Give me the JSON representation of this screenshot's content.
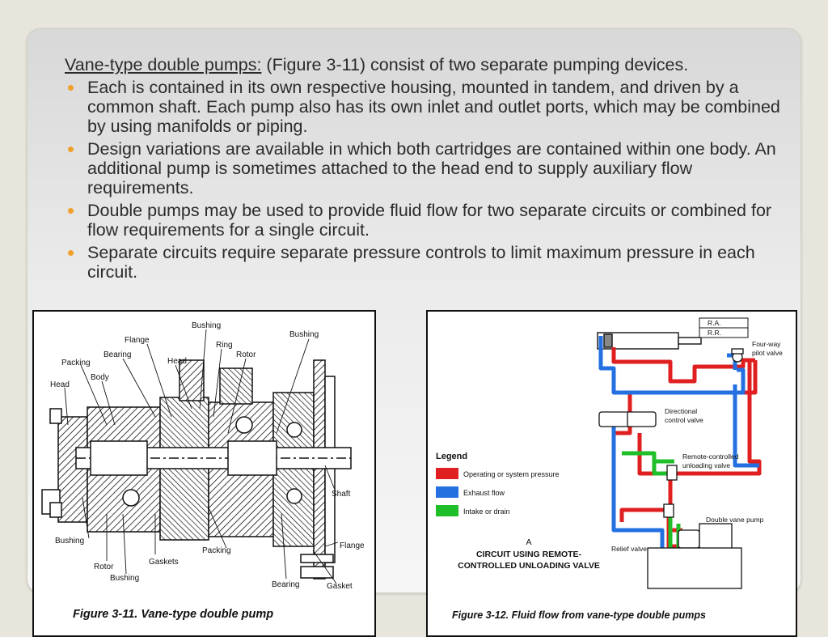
{
  "slide": {
    "intro_title": "Vane-type double pumps:",
    "intro_text": " (Figure 3-11) consist of two separate pumping devices.",
    "bullets": [
      "Each is contained in its own respective housing, mounted in tandem, and driven by a common shaft. Each pump also has its own inlet and outlet ports, which may be combined by using manifolds or piping.",
      "Design variations are available in which both cartridges are contained within one body. An additional pump is sometimes attached to the head end to supply auxiliary flow requirements.",
      "Double pumps may be used to provide fluid flow for two separate circuits or combined for flow requirements for a single circuit.",
      "Separate circuits require separate pressure controls to limit maximum pressure in each circuit."
    ]
  },
  "figure_left": {
    "caption": "Figure 3-11. Vane-type double pump",
    "labels": {
      "bushing_top": "Bushing",
      "flange_top": "Flange",
      "ring": "Ring",
      "bushing_right": "Bushing",
      "bearing_top": "Bearing",
      "head_top": "Head",
      "rotor_top": "Rotor",
      "packing_left": "Packing",
      "body": "Body",
      "head_left": "Head",
      "shaft": "Shaft",
      "flange_right": "Flange",
      "bushing_bottom_left": "Bushing",
      "rotor_bottom": "Rotor",
      "gaskets": "Gaskets",
      "packing_bottom": "Packing",
      "bushing_bottom": "Bushing",
      "bearing_bottom": "Bearing",
      "gasket_bottom": "Gasket"
    }
  },
  "figure_right": {
    "caption": "Figure 3-12. Fluid flow from vane-type double pumps",
    "labels": {
      "ra": "R.A.",
      "rr": "R.R.",
      "four_way_1": "Four-way",
      "four_way_2": "pilot valve",
      "directional_1": "Directional",
      "directional_2": "control valve",
      "remote_1": "Remote-controlled",
      "remote_2": "unloading valve",
      "double_pump": "Double vane pump",
      "relief": "Relief valve",
      "circuit_a": "A",
      "circuit_1": "CIRCUIT USING REMOTE-",
      "circuit_2": "CONTROLLED UNLOADING VALVE"
    },
    "legend": {
      "title": "Legend",
      "items": [
        {
          "label": "Operating or system pressure",
          "color": "#e02020"
        },
        {
          "label": "Exhaust flow",
          "color": "#2470e0"
        },
        {
          "label": "Intake or drain",
          "color": "#1fbf2a"
        }
      ]
    }
  }
}
